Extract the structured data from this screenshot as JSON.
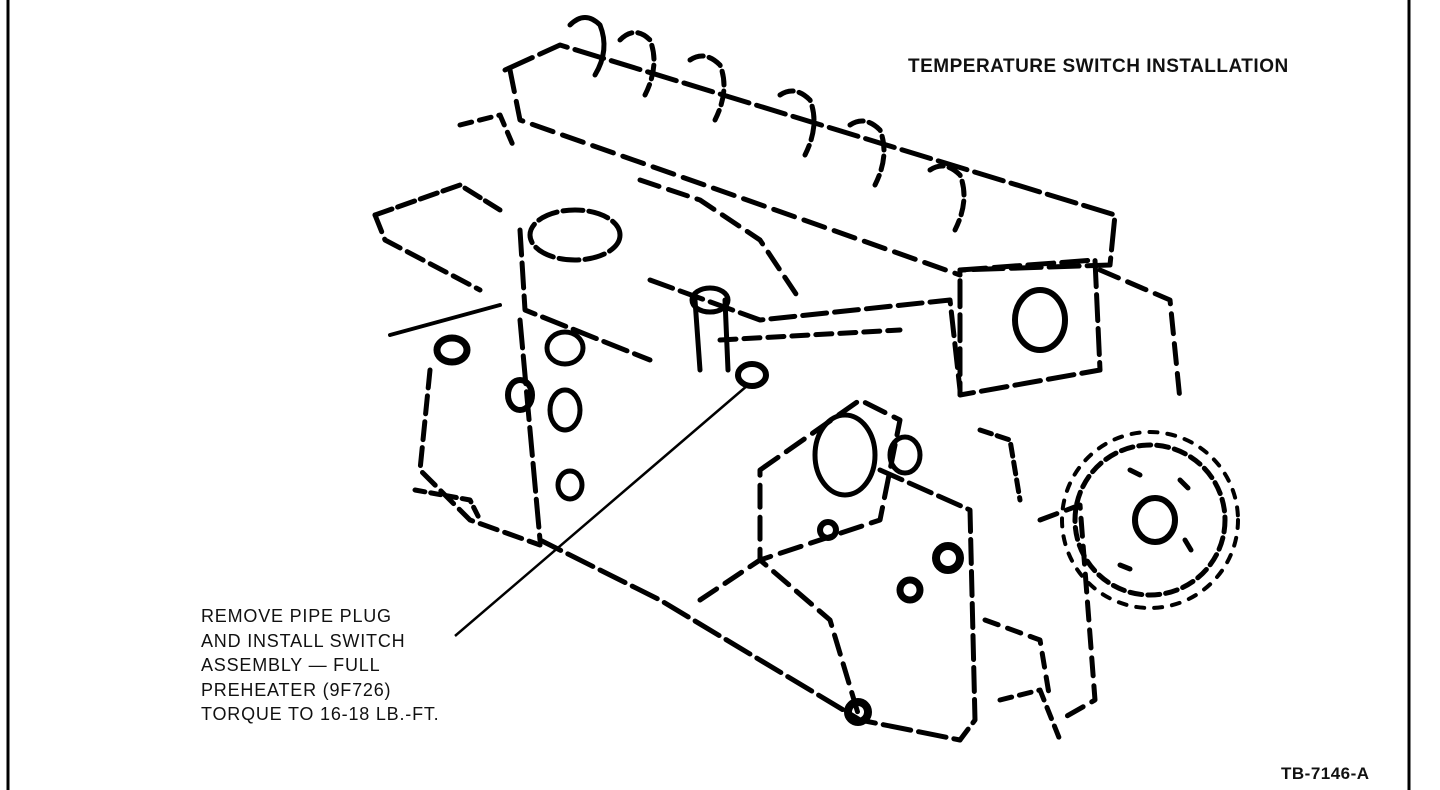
{
  "figure": {
    "title": "TEMPERATURE SWITCH INSTALLATION",
    "callout_lines": [
      "REMOVE PIPE PLUG",
      "AND INSTALL SWITCH",
      "ASSEMBLY — FULL",
      "PREHEATER (9F726)",
      "TORQUE TO 16-18 LB.-FT."
    ],
    "figure_id": "TB-7146-A",
    "subject": "engine-block-line-drawing"
  }
}
